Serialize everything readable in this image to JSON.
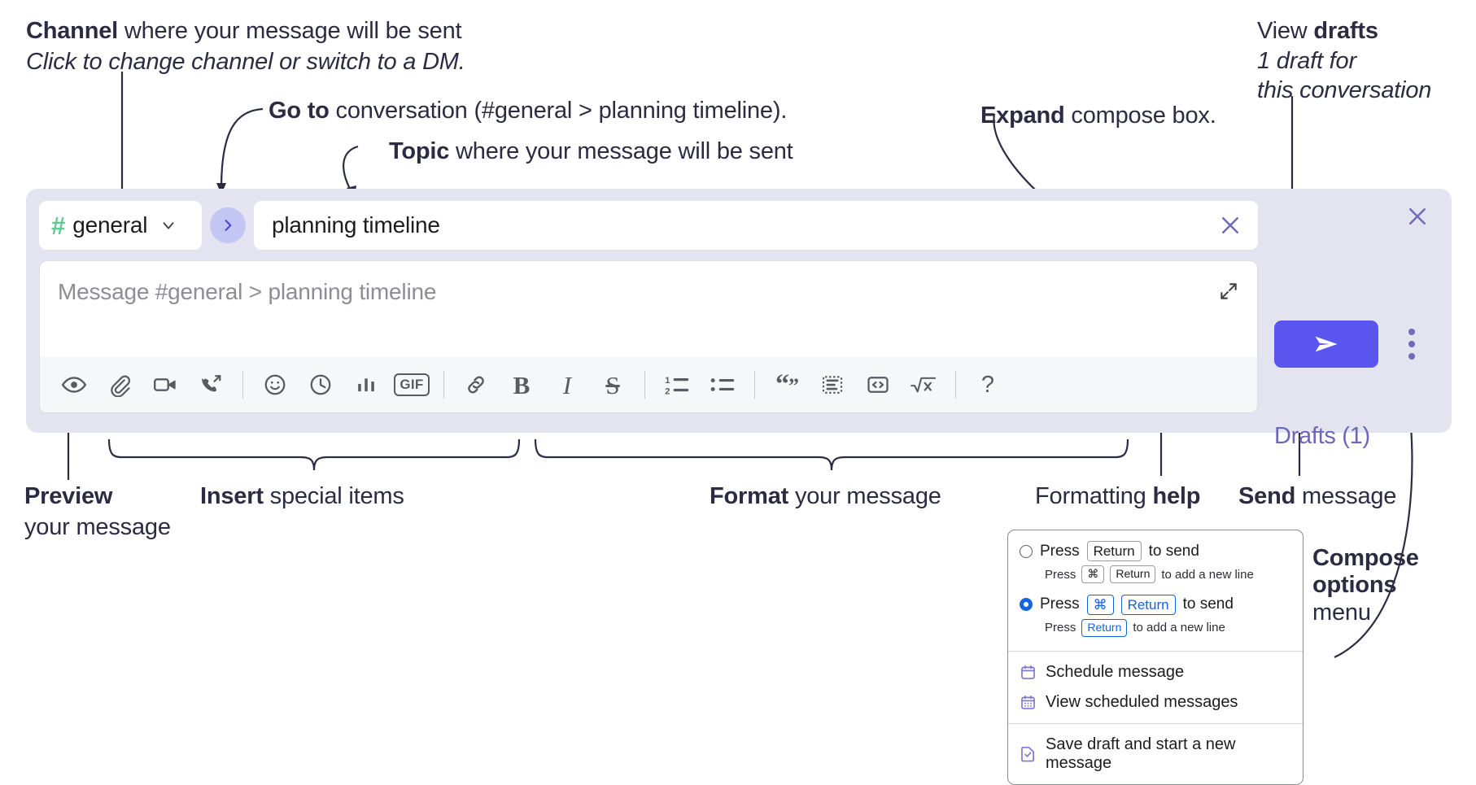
{
  "annotations": {
    "channel": {
      "bold": "Channel",
      "rest": " where your message will be sent",
      "sub": "Click to change channel or switch to a DM."
    },
    "goto": {
      "bold": "Go to",
      "rest": " conversation (#general > planning timeline)."
    },
    "topic": {
      "bold": "Topic",
      "rest": " where your message will be sent"
    },
    "expand": {
      "bold": "Expand",
      "rest": " compose box."
    },
    "drafts": {
      "lead": "View ",
      "bold": "drafts",
      "sub1": "1 draft for",
      "sub2": "this conversation"
    },
    "preview": {
      "bold": "Preview",
      "sub": "your message"
    },
    "insert": {
      "bold": "Insert",
      "rest": " special items"
    },
    "format": {
      "bold": "Format",
      "rest": " your message"
    },
    "formatting_help": {
      "lead": "Formatting ",
      "bold": "help"
    },
    "send": {
      "bold": "Send",
      "rest": " message"
    },
    "compose_options": {
      "bold1": "Compose",
      "bold2": "options",
      "rest": "menu"
    }
  },
  "compose": {
    "channel": {
      "hash": "#",
      "name": "general",
      "chevron_icon": "chevron-down-icon"
    },
    "goto_icon": "chevron-right-icon",
    "topic": {
      "value": "planning timeline",
      "clear_icon": "close-icon"
    },
    "message": {
      "placeholder": "Message #general > planning timeline",
      "expand_icon": "expand-diagonal-icon"
    },
    "close_icon": "close-icon",
    "drafts_label": "Drafts (1)",
    "send_icon": "send-paper-plane-icon",
    "kebab_icon": "more-options-vertical-icon",
    "toolbar": [
      {
        "name": "preview-icon",
        "label": "Preview"
      },
      {
        "name": "attachment-icon",
        "label": "Attach file"
      },
      {
        "name": "video-camera-icon",
        "label": "Record video clip"
      },
      {
        "name": "phone-forward-icon",
        "label": "Record audio clip"
      },
      {
        "name": "separator",
        "label": ""
      },
      {
        "name": "emoji-smiley-icon",
        "label": "Emoji"
      },
      {
        "name": "clock-icon",
        "label": "Reminder"
      },
      {
        "name": "poll-bars-icon",
        "label": "Poll"
      },
      {
        "name": "gif-icon",
        "label": "GIF"
      },
      {
        "name": "separator",
        "label": ""
      },
      {
        "name": "link-icon",
        "label": "Link"
      },
      {
        "name": "bold-icon",
        "label": "Bold"
      },
      {
        "name": "italic-icon",
        "label": "Italic"
      },
      {
        "name": "strikethrough-icon",
        "label": "Strikethrough"
      },
      {
        "name": "separator",
        "label": ""
      },
      {
        "name": "ordered-list-icon",
        "label": "Ordered list"
      },
      {
        "name": "bulleted-list-icon",
        "label": "Bulleted list"
      },
      {
        "name": "separator",
        "label": ""
      },
      {
        "name": "blockquote-icon",
        "label": "Blockquote"
      },
      {
        "name": "code-block-icon",
        "label": "Code block"
      },
      {
        "name": "inline-code-icon",
        "label": "Code"
      },
      {
        "name": "math-sqrt-icon",
        "label": "Math"
      },
      {
        "name": "separator",
        "label": ""
      },
      {
        "name": "help-question-icon",
        "label": "Formatting help"
      }
    ],
    "gif_label": "GIF"
  },
  "options_menu": {
    "send_modes": [
      {
        "selected": false,
        "press": "Press",
        "keys": [
          "Return"
        ],
        "tail": "to send",
        "sub_press": "Press",
        "sub_keys": [
          "⌘",
          "Return"
        ],
        "sub_tail": "to add a new line"
      },
      {
        "selected": true,
        "press": "Press",
        "keys": [
          "⌘",
          "Return"
        ],
        "tail": "to send",
        "sub_press": "Press",
        "sub_keys": [
          "Return"
        ],
        "sub_tail": "to add a new line"
      }
    ],
    "items": [
      {
        "icon": "calendar-clock-icon",
        "label": "Schedule message"
      },
      {
        "icon": "calendar-grid-icon",
        "label": "View scheduled messages"
      },
      {
        "icon": "save-draft-icon",
        "label": "Save draft and start a new message"
      }
    ]
  },
  "colors": {
    "compose_bg": "#e3e4f0",
    "send_button": "#5b55f0",
    "drafts_text": "#6b66ba",
    "hash_green": "#5ec995",
    "goto_circle": "#c3c6f2",
    "radio_blue": "#1264e0",
    "menu_icon": "#7c75d8"
  }
}
